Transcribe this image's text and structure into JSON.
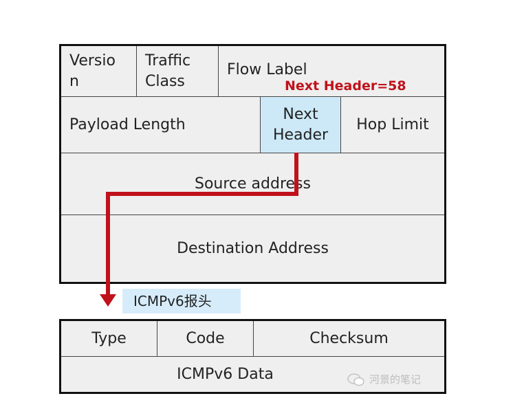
{
  "ipv6_header": {
    "version": "Versio\nn",
    "traffic_class": "Traffic\nClass",
    "flow_label": "Flow Label",
    "next_header_annotation": "Next Header=58",
    "payload_length": "Payload Length",
    "next_header": "Next\nHeader",
    "hop_limit": "Hop Limit",
    "source_address": "Source address",
    "destination_address": "Destination Address"
  },
  "icmp_tag": "ICMPv6报头",
  "icmpv6_header": {
    "type": "Type",
    "code": "Code",
    "checksum": "Checksum",
    "data": "ICMPv6 Data"
  },
  "watermark": "河景的笔记",
  "colors": {
    "arrow": "#c0121b",
    "highlight": "#cde9f8",
    "cell_bg": "#efefef"
  }
}
